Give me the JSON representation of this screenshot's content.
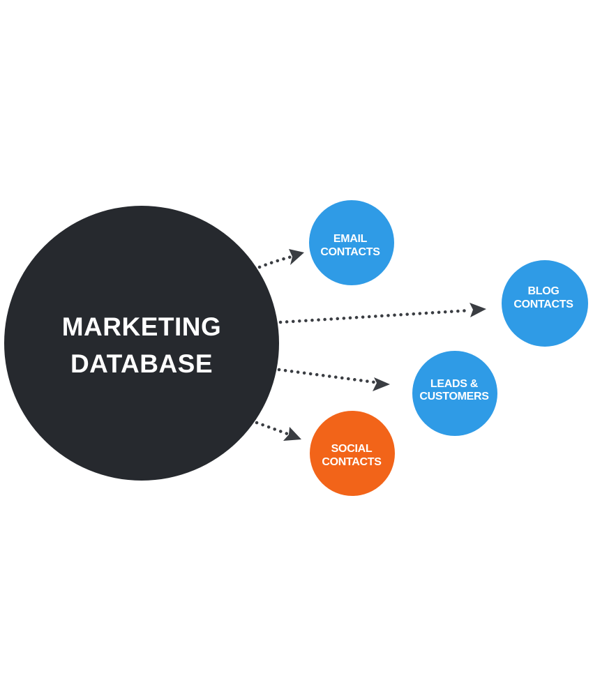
{
  "center_node": {
    "name": "marketing-database",
    "lines": [
      "MARKETING",
      "DATABASE"
    ],
    "color": "#26292e"
  },
  "nodes": [
    {
      "name": "email-contacts",
      "lines": [
        "EMAIL",
        "CONTACTS"
      ],
      "color": "#2f9be6"
    },
    {
      "name": "blog-contacts",
      "lines": [
        "BLOG",
        "CONTACTS"
      ],
      "color": "#2f9be6"
    },
    {
      "name": "leads-customers",
      "lines": [
        "LEADS &",
        "CUSTOMERS"
      ],
      "color": "#2f9be6"
    },
    {
      "name": "social-contacts",
      "lines": [
        "SOCIAL",
        "CONTACTS"
      ],
      "color": "#f26419"
    }
  ],
  "edges": [
    {
      "from": "marketing-database",
      "to": "email-contacts"
    },
    {
      "from": "marketing-database",
      "to": "blog-contacts"
    },
    {
      "from": "marketing-database",
      "to": "leads-customers"
    },
    {
      "from": "marketing-database",
      "to": "social-contacts"
    }
  ]
}
